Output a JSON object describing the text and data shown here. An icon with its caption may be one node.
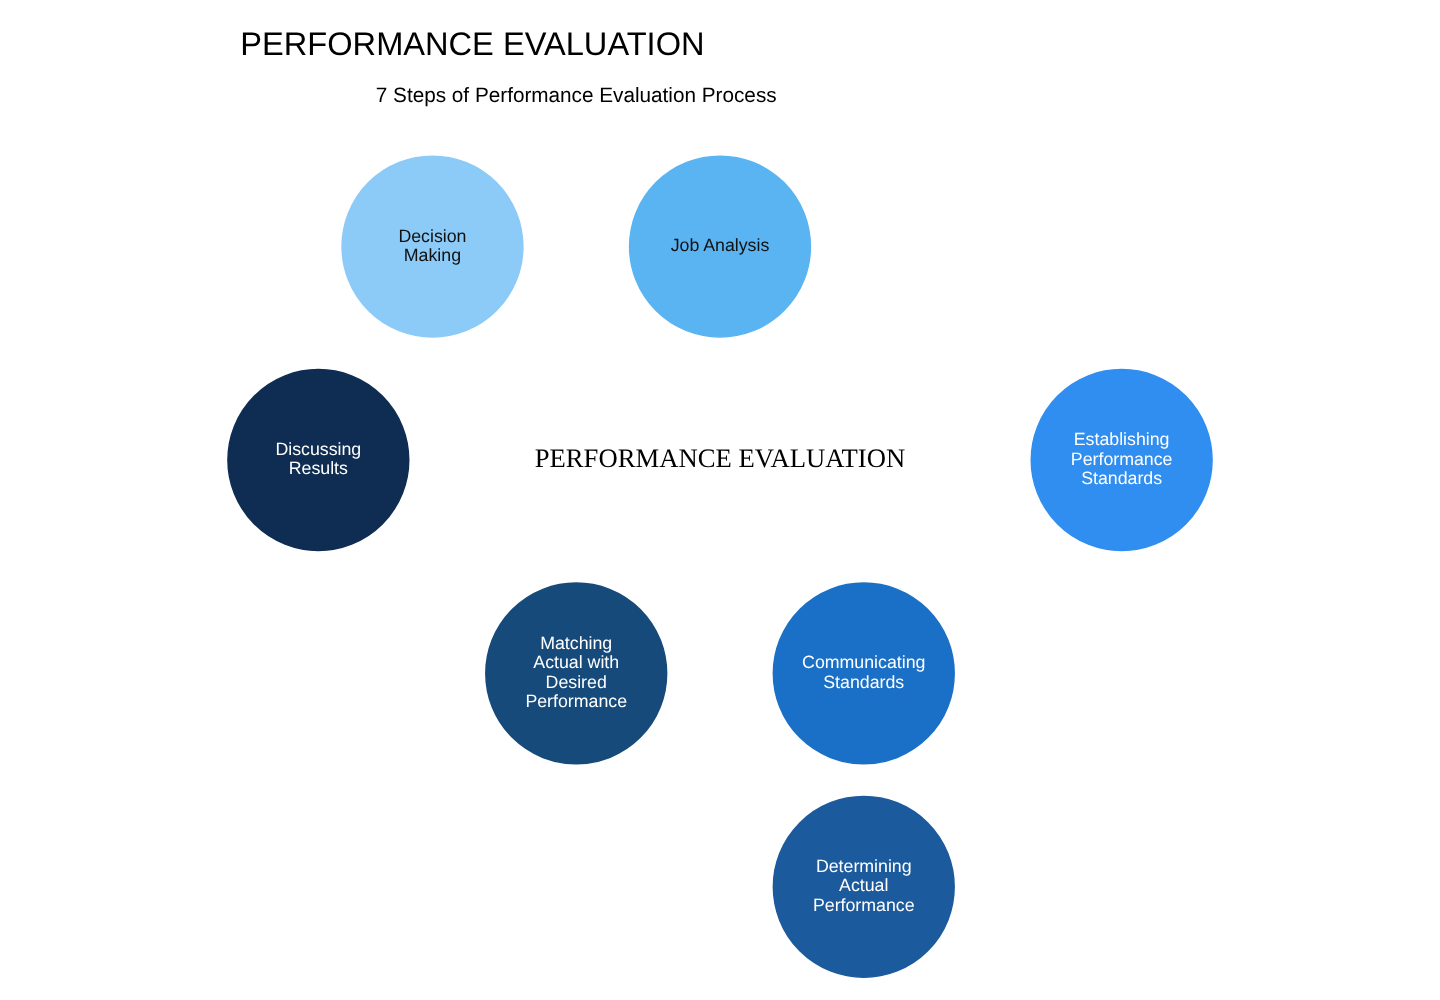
{
  "diagram": {
    "title": "PERFORMANCE EVALUATION",
    "nodes": [
      {
        "text": [
          "Job Analysis"
        ]
      },
      {
        "text": [
          "Establishing Performance Standards"
        ]
      },
      {
        "text": [
          "Communicating Standards"
        ]
      },
      {
        "text": [
          "Determining Actual Performance"
        ]
      },
      {
        "text": [
          "Matching Actual with Desired Performance"
        ]
      },
      {
        "text": [
          "Discussing Results"
        ]
      },
      {
        "text": [
          "Decision Making"
        ]
      }
    ],
    "edges": [],
    "labels": [
      "7 Steps of Performance Evaluation Process",
      "PERFORMANCE EVALUATION"
    ]
  }
}
